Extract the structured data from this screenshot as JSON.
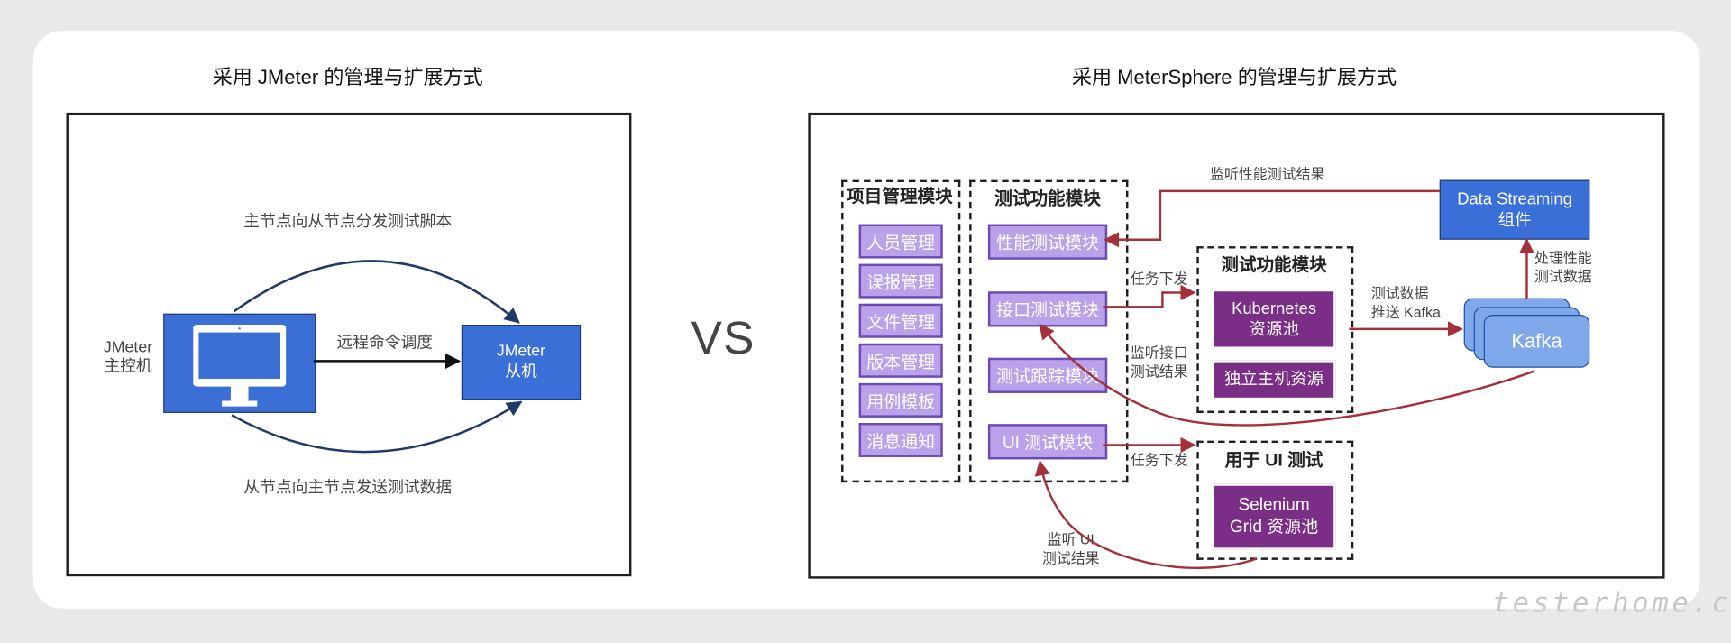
{
  "left": {
    "title": "采用 JMeter 的管理与扩展方式",
    "controller_label": [
      "JMeter",
      "主控机"
    ],
    "top_caption": "主节点向从节点分发测试脚本",
    "middle_caption": "远程命令调度",
    "bottom_caption": "从节点向主节点发送测试数据",
    "slave_label": [
      "JMeter",
      "从机"
    ]
  },
  "vs_text": "VS",
  "right": {
    "title": "采用 MeterSphere 的管理与扩展方式",
    "project_module": {
      "title": "项目管理模块",
      "items": [
        "人员管理",
        "误报管理",
        "文件管理",
        "版本管理",
        "用例模板",
        "消息通知"
      ]
    },
    "test_module": {
      "title": "测试功能模块",
      "items": [
        "性能测试模块",
        "接口测试模块",
        "测试跟踪模块",
        "UI 测试模块"
      ]
    },
    "resource_module": {
      "title": "测试功能模块",
      "items": [
        "Kubernetes\n资源池",
        "独立主机资源"
      ]
    },
    "ui_module": {
      "title": "用于 UI 测试",
      "item": "Selenium\nGrid 资源池"
    },
    "data_streaming": "Data Streaming\n组件",
    "kafka": "Kafka",
    "labels": {
      "perf_listen": "监听性能测试结果",
      "task_dispatch_1": "任务下发",
      "api_listen": "监听接口\n测试结果",
      "task_dispatch_2": "任务下发",
      "ui_listen": "监听 UI\n测试结果",
      "push_kafka": "测试数据\n推送 Kafka",
      "process": "处理性能\n测试数据"
    }
  },
  "watermark": "testerhome.com",
  "colors": {
    "module_fill": "#b9a2e9",
    "resource_fill": "#7b2e86",
    "blue_box": "#3a6fd8",
    "kafka_fill": "#7fa8ea",
    "arrow_red": "#a4303a",
    "arrow_dark": "#1f3a66"
  }
}
